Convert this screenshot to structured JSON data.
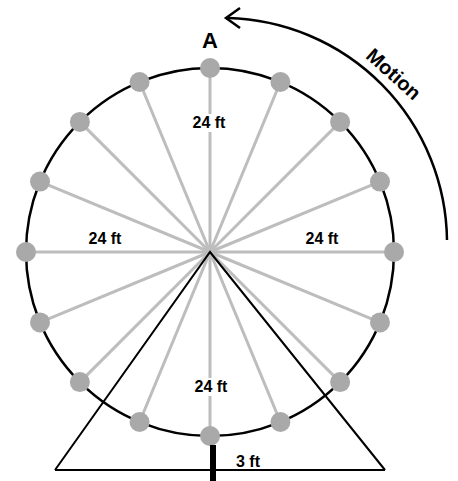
{
  "diagram": {
    "labels": [
      "A",
      "Motion",
      "24 ft",
      "24 ft",
      "24 ft",
      "24 ft",
      "3 ft"
    ]
  }
}
